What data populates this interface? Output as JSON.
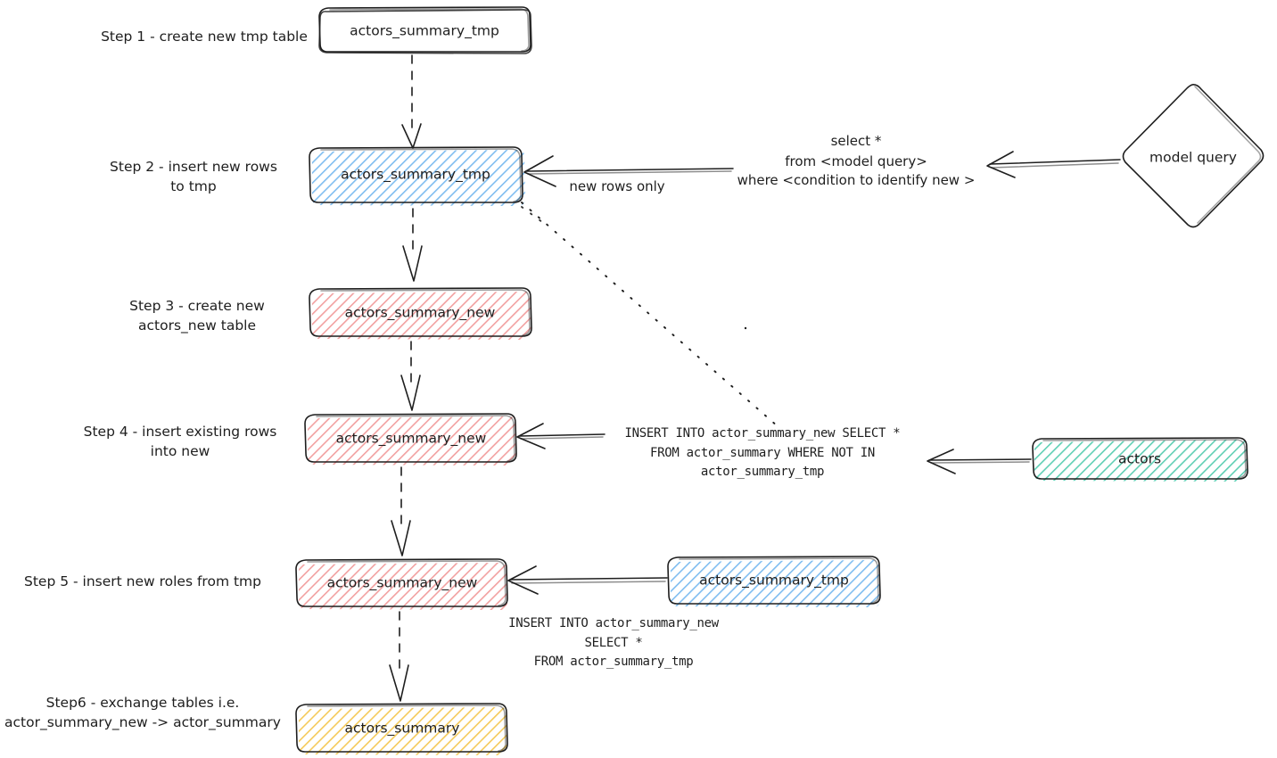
{
  "diagram": {
    "title": "Incremental table rebuild flow",
    "background": "#ffffff",
    "stroke_color": "#1e1e1e",
    "palette": {
      "blue_fill": "#a5d8ff",
      "blue_hatch": "#74b8f0",
      "red_fill": "#ffc9c9",
      "red_hatch": "#f08c8c",
      "yellow_fill": "#ffec99",
      "yellow_hatch": "#f0c44c",
      "teal_fill": "#99e9d2",
      "teal_hatch": "#3fbfa0",
      "white_fill": "#ffffff"
    },
    "steps": [
      {
        "id": "step1",
        "label_lines": [
          "Step 1 - create new tmp table"
        ]
      },
      {
        "id": "step2",
        "label_lines": [
          "Step 2 - insert new rows",
          "to tmp"
        ]
      },
      {
        "id": "step3",
        "label_lines": [
          "Step 3 - create new",
          "actors_new table"
        ]
      },
      {
        "id": "step4",
        "label_lines": [
          "Step 4 - insert existing rows",
          "into new"
        ]
      },
      {
        "id": "step5",
        "label_lines": [
          "Step 5 - insert new roles from tmp"
        ]
      },
      {
        "id": "step6",
        "label_lines": [
          "Step6 - exchange tables i.e.",
          "actor_summary_new -> actor_summary"
        ]
      }
    ],
    "nodes": [
      {
        "id": "tmp1",
        "label": "actors_summary_tmp",
        "color": "blue",
        "shape": "rounded-rect"
      },
      {
        "id": "tmp2",
        "label": "actors_summary_tmp",
        "color": "blue",
        "shape": "rounded-rect"
      },
      {
        "id": "new3",
        "label": "actors_summary_new",
        "color": "red",
        "shape": "rounded-rect"
      },
      {
        "id": "new4",
        "label": "actors_summary_new",
        "color": "red",
        "shape": "rounded-rect"
      },
      {
        "id": "new5",
        "label": "actors_summary_new",
        "color": "red",
        "shape": "rounded-rect"
      },
      {
        "id": "summary6",
        "label": "actors_summary",
        "color": "yellow",
        "shape": "rounded-rect"
      },
      {
        "id": "tmp5_src",
        "label": "actors_summary_tmp",
        "color": "blue",
        "shape": "rounded-rect"
      },
      {
        "id": "actors_src",
        "label": "actors",
        "color": "teal",
        "shape": "rounded-rect"
      },
      {
        "id": "model_query",
        "label": "model query",
        "color": "white",
        "shape": "diamond"
      }
    ],
    "edge_labels": {
      "new_rows_only": "new rows only",
      "model_query_sql": [
        "select *",
        "from <model query>",
        "where <condition to identify new >"
      ],
      "step4_sql": [
        "INSERT INTO actor_summary_new SELECT *",
        "FROM actor_summary WHERE NOT IN",
        "actor_summary_tmp"
      ],
      "step5_sql": [
        "INSERT INTO actor_summary_new",
        "SELECT *",
        "FROM actor_summary_tmp"
      ]
    }
  }
}
